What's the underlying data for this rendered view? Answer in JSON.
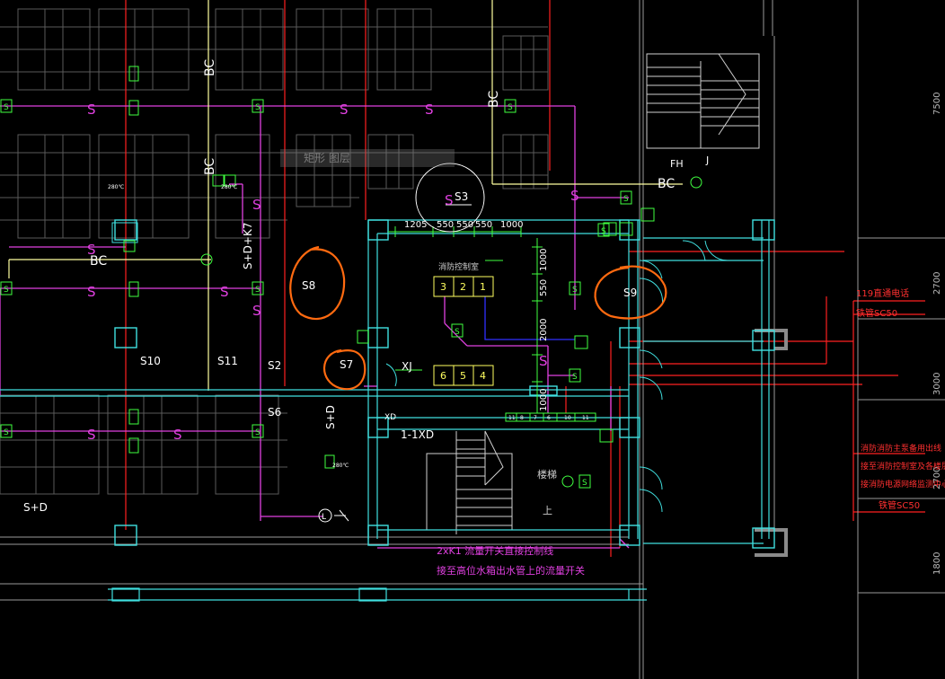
{
  "labels": {
    "s3": "S3",
    "s8": "S8",
    "s9": "S9",
    "s7": "S7",
    "s10": "S10",
    "s11": "S11",
    "s2": "S2",
    "s6": "S6",
    "bc_vert_1": "BC",
    "bc_vert_2": "BC",
    "bc_vert_3": "BC",
    "bc_h_1": "BC",
    "bc_h_2": "BC",
    "sdk7": "S+D+K7",
    "sd_vert": "S+D",
    "sd_h": "S+D",
    "xj": "XJ",
    "xd": "XD",
    "txd": "1-1XD",
    "fh": "FH",
    "jian": "J",
    "dim_1205": "1205",
    "dim_550a": "550",
    "dim_550b": "550",
    "dim_550c": "550",
    "dim_1000": "1000",
    "dim_v1000": "1000",
    "dim_v550": "550",
    "dim_v2000": "2000",
    "dim_v1000b": "1000",
    "grid_7500": "7500",
    "grid_2700a": "2700",
    "grid_3000": "3000",
    "grid_2700b": "2700",
    "grid_1800": "1800",
    "room_control": "消防控制室",
    "panel_top": [
      "3",
      "2",
      "1"
    ],
    "panel_bot": [
      "6",
      "5",
      "4"
    ],
    "strip_nums": [
      "11",
      "8",
      "7",
      "6",
      "10",
      "11"
    ],
    "note_119": "119直通电话",
    "note_sc50_1": "铁管SC50",
    "note_pump1": "消防消防主泵备用出线",
    "note_pump2": "接至消防控制室及各楼层出线",
    "note_pump3": "接消防电源网络监测中心",
    "note_sc50_2": "铁管SC50",
    "note_2xk1": "2xK1   流量开关直接控制线",
    "note_flow": "接至高位水箱出水管上的流量开关",
    "tooltip_text": "矩形 图层",
    "temp_280": "280℃",
    "temp_280b": "280℃",
    "temp_280c": "280℃",
    "s_letter": "S",
    "stair_up": "上",
    "stair_label": "楼梯",
    "ac_l": "L"
  },
  "colors": {
    "magenta": "#e040e0",
    "white": "#ffffff",
    "red": "#ff2020",
    "cyan": "#40e0e0",
    "green": "#40ff40",
    "yellow": "#ffff60",
    "blue": "#3030ff",
    "orange": "#ff6a10",
    "grey": "#8a8a8a"
  }
}
